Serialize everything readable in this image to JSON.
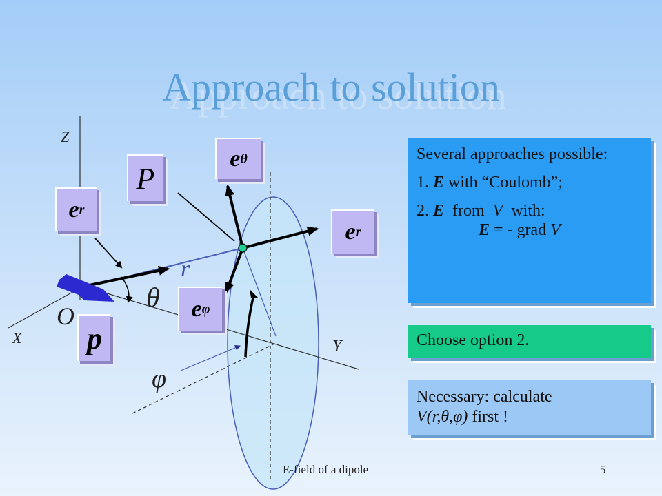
{
  "title": "Approach to solution",
  "labels": {
    "z_axis": "Z",
    "x_axis": "X",
    "y_axis": "Y",
    "origin": "O",
    "r": "r",
    "theta": "θ",
    "phi": "φ"
  },
  "tiles": {
    "P": "P",
    "p": "p",
    "e_theta_base": "e",
    "e_theta_sub": "θ",
    "e_r_left_base": "e",
    "e_r_left_sub": "r",
    "e_r_right_base": "e",
    "e_r_right_sub": "r",
    "e_phi_base": "e",
    "e_phi_sub": "φ"
  },
  "panel_methods": {
    "line1": "Several approaches possible:",
    "item1_num": "1.",
    "item1_bold": "E",
    "item1_rest": "with “Coulomb”;",
    "item2_num": "2.",
    "item2_bold": "E",
    "item2_mid": "from",
    "item2_v": "V",
    "item2_rest": "with:",
    "formula_bold": "E",
    "formula_mid": "= - grad",
    "formula_v": "V"
  },
  "panel_choice": {
    "text": "Choose option 2."
  },
  "panel_necessary": {
    "line1": "Necessary: calculate",
    "func": "V(r,θ,φ)",
    "rest": "first !"
  },
  "footer": {
    "caption": "E-field of a dipole",
    "page": "5"
  },
  "colors": {
    "tile": "#c0b8f2",
    "panel_methods": "#2b9cf3",
    "panel_choice": "#16cb8a",
    "panel_necessary": "#9cc8f5",
    "dipole_arrow": "#2a2ad0",
    "point_dot": "#20d090"
  }
}
